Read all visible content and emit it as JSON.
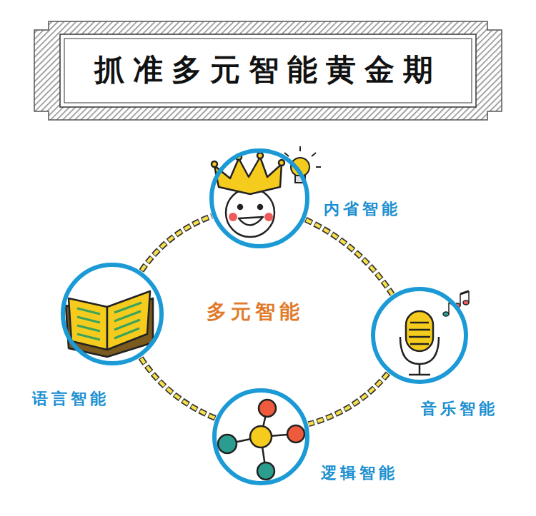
{
  "diagram": {
    "title": "抓准多元智能黄金期",
    "nodes": [
      {
        "text": [
          "内省智能"
        ]
      },
      {
        "text": [
          "语言智能"
        ]
      },
      {
        "text": [
          "音乐智能"
        ]
      },
      {
        "text": [
          "逻辑智能"
        ]
      }
    ],
    "edges": [
      {
        "from": 0,
        "to": 2,
        "arrow": "none"
      },
      {
        "from": 2,
        "to": 3,
        "arrow": "none"
      },
      {
        "from": 3,
        "to": 1,
        "arrow": "none"
      },
      {
        "from": 1,
        "to": 0,
        "arrow": "none"
      }
    ],
    "labels": [
      "多元智能"
    ]
  }
}
